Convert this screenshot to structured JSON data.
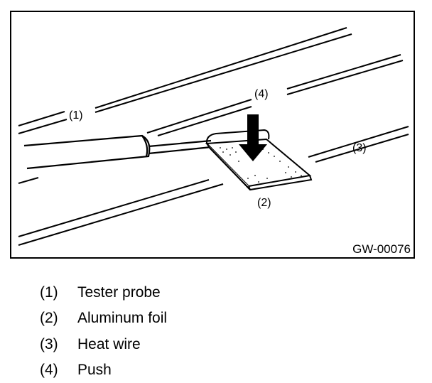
{
  "figure": {
    "id": "GW-00076",
    "callouts": {
      "c1": "(1)",
      "c2": "(2)",
      "c3": "(3)",
      "c4": "(4)"
    }
  },
  "legend": [
    {
      "num": "(1)",
      "label": "Tester probe"
    },
    {
      "num": "(2)",
      "label": "Aluminum foil"
    },
    {
      "num": "(3)",
      "label": "Heat wire"
    },
    {
      "num": "(4)",
      "label": "Push"
    }
  ]
}
